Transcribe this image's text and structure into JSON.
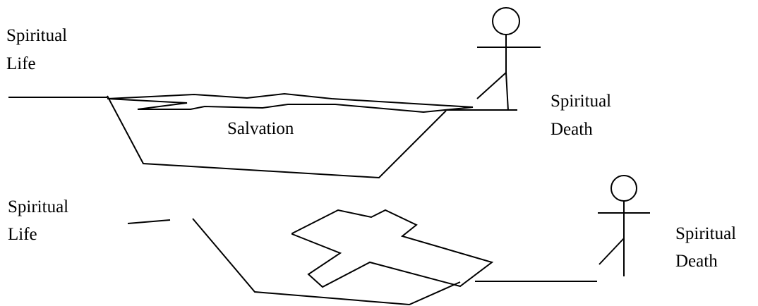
{
  "top_scene": {
    "life_label": [
      "Spiritual",
      "Life"
    ],
    "bridge_label": "Salvation",
    "death_label": [
      "Spiritual",
      "Death"
    ]
  },
  "bottom_scene": {
    "life_label": [
      "Spiritual",
      "Life"
    ],
    "death_label": [
      "Spiritual",
      "Death"
    ]
  }
}
